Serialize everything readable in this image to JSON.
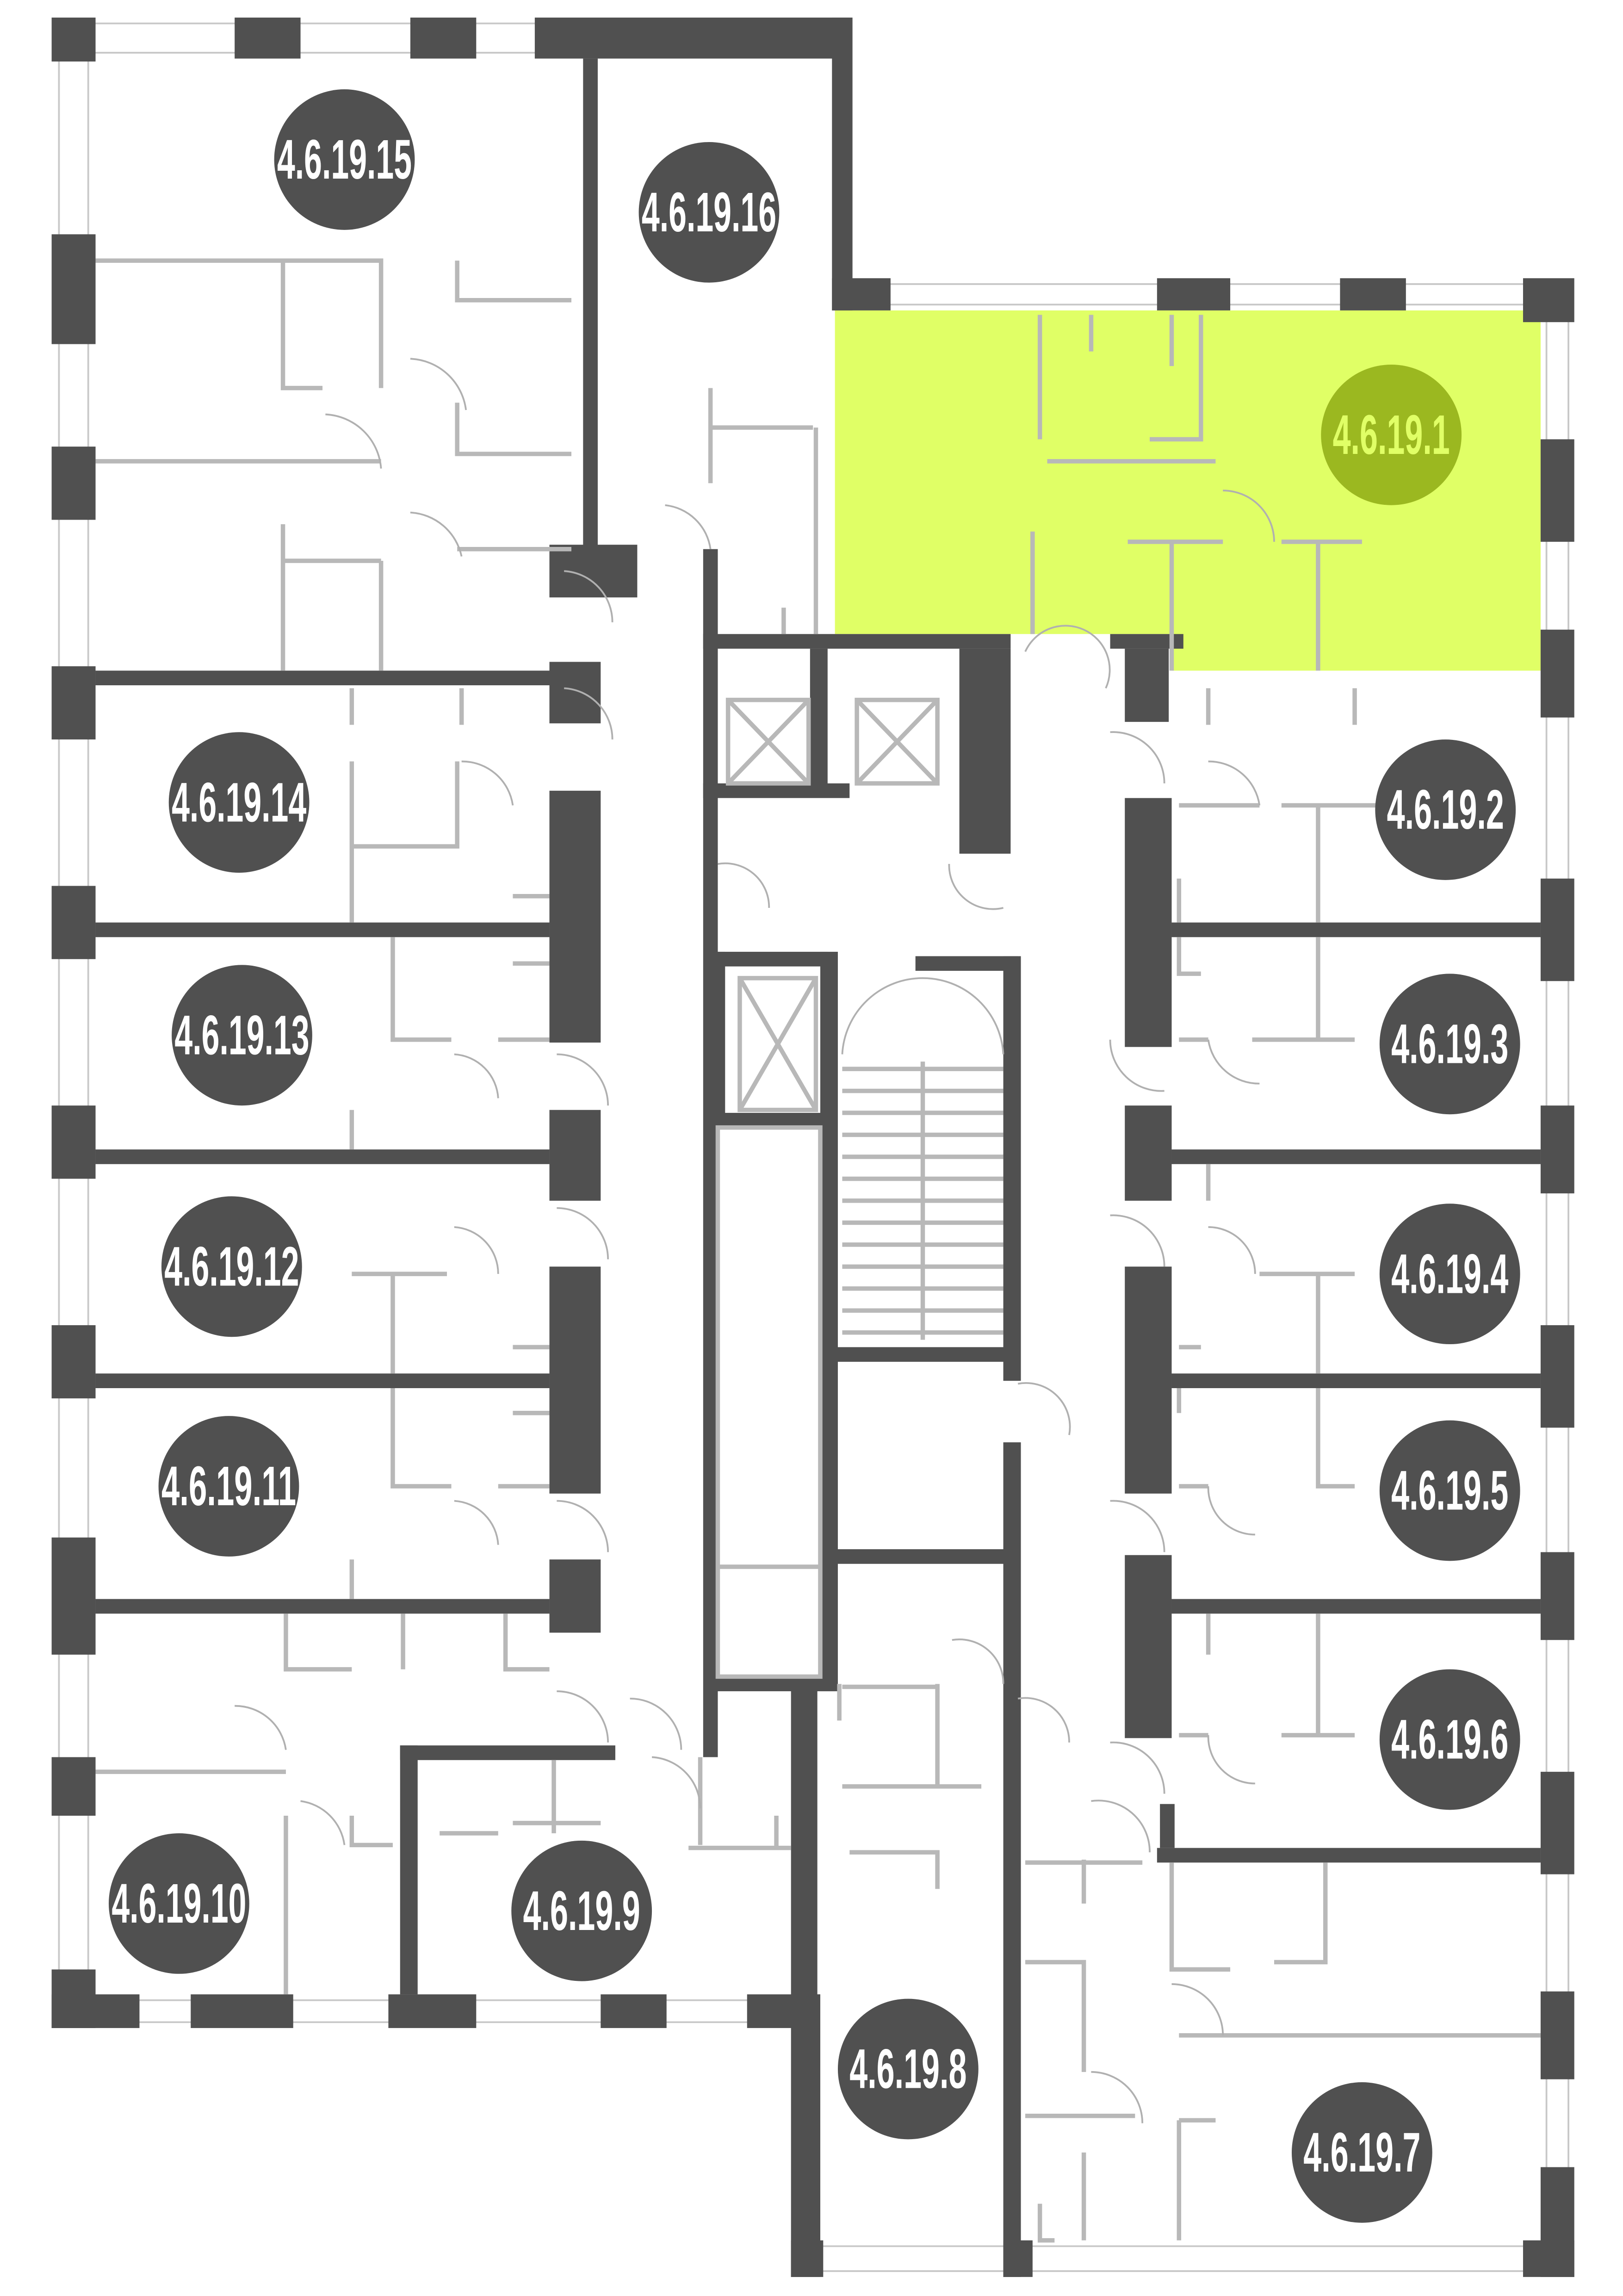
{
  "colors": {
    "wall": "#505050",
    "highlight_fill": "#e0ff66",
    "highlight_badge": "#9bb820",
    "badge": "#505050",
    "badge_text": "#ffffff",
    "highlight_text": "#e0ff66"
  },
  "units": [
    {
      "label": "4.6.19.1",
      "highlighted": true
    },
    {
      "label": "4.6.19.2",
      "highlighted": false
    },
    {
      "label": "4.6.19.3",
      "highlighted": false
    },
    {
      "label": "4.6.19.4",
      "highlighted": false
    },
    {
      "label": "4.6.19.5",
      "highlighted": false
    },
    {
      "label": "4.6.19.6",
      "highlighted": false
    },
    {
      "label": "4.6.19.7",
      "highlighted": false
    },
    {
      "label": "4.6.19.8",
      "highlighted": false
    },
    {
      "label": "4.6.19.9",
      "highlighted": false
    },
    {
      "label": "4.6.19.10",
      "highlighted": false
    },
    {
      "label": "4.6.19.11",
      "highlighted": false
    },
    {
      "label": "4.6.19.12",
      "highlighted": false
    },
    {
      "label": "4.6.19.13",
      "highlighted": false
    },
    {
      "label": "4.6.19.14",
      "highlighted": false
    },
    {
      "label": "4.6.19.15",
      "highlighted": false
    },
    {
      "label": "4.6.19.16",
      "highlighted": false
    }
  ]
}
